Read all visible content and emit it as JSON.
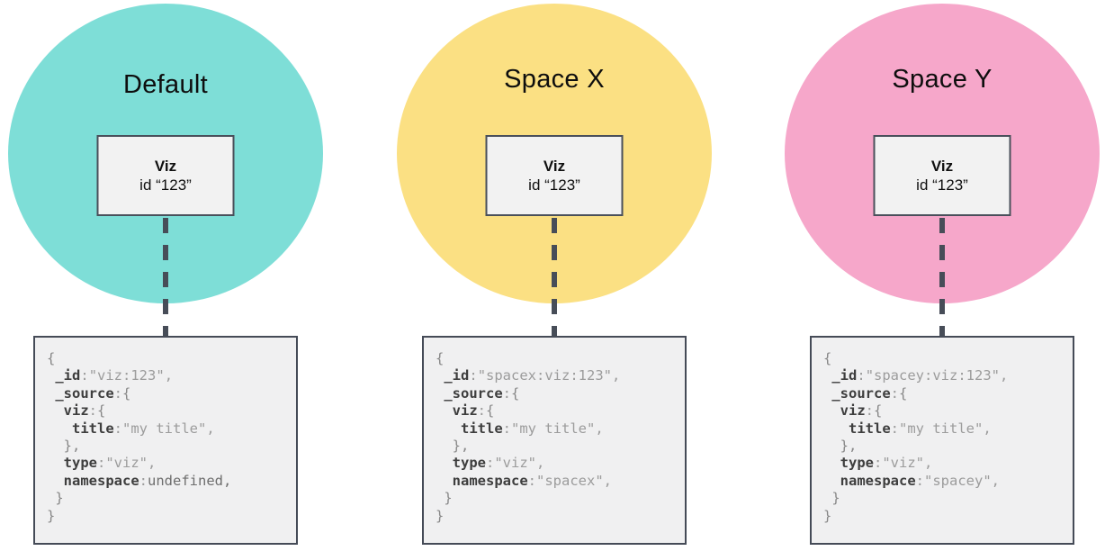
{
  "colors": {
    "default_circle": "#7EDED7",
    "spacex_circle": "#FBE083",
    "spacey_circle": "#F6A7CA",
    "viz_box_fill": "#F2F2F2",
    "viz_box_border": "#4A505B",
    "code_box_fill": "#F0F0F1",
    "code_box_border": "#454B57",
    "dash_line": "#474D58",
    "code_key": "#3E3E3E",
    "code_string": "#9C9C9C",
    "code_undefined": "#6E6E6E",
    "code_brace": "#878787"
  },
  "columns": [
    {
      "title": "Default",
      "circle_color": "#7EDED7",
      "viz": {
        "label": "Viz",
        "id": "id “123”"
      },
      "code": {
        "lines": [
          [
            {
              "t": "{",
              "c": "brace"
            }
          ],
          [
            {
              "t": " ",
              "c": "sp"
            },
            {
              "t": "_id",
              "c": "key"
            },
            {
              "t": ":",
              "c": "punc"
            },
            {
              "t": "\"viz:123\"",
              "c": "str"
            },
            {
              "t": ",",
              "c": "punc"
            }
          ],
          [
            {
              "t": " ",
              "c": "sp"
            },
            {
              "t": "_source",
              "c": "key"
            },
            {
              "t": ":",
              "c": "punc"
            },
            {
              "t": "{",
              "c": "brace"
            }
          ],
          [
            {
              "t": "  ",
              "c": "sp"
            },
            {
              "t": "viz",
              "c": "key"
            },
            {
              "t": ":",
              "c": "punc"
            },
            {
              "t": "{",
              "c": "brace"
            }
          ],
          [
            {
              "t": "   ",
              "c": "sp"
            },
            {
              "t": "title",
              "c": "key"
            },
            {
              "t": ":",
              "c": "punc"
            },
            {
              "t": "\"my title\"",
              "c": "str"
            },
            {
              "t": ",",
              "c": "punc"
            }
          ],
          [
            {
              "t": "  ",
              "c": "sp"
            },
            {
              "t": "},",
              "c": "brace"
            }
          ],
          [
            {
              "t": "  ",
              "c": "sp"
            },
            {
              "t": "type",
              "c": "key"
            },
            {
              "t": ":",
              "c": "punc"
            },
            {
              "t": "\"viz\"",
              "c": "str"
            },
            {
              "t": ",",
              "c": "punc"
            }
          ],
          [
            {
              "t": "  ",
              "c": "sp"
            },
            {
              "t": "namespace",
              "c": "key"
            },
            {
              "t": ":",
              "c": "punc"
            },
            {
              "t": "undefined,",
              "c": "und"
            }
          ],
          [
            {
              "t": " ",
              "c": "sp"
            },
            {
              "t": "}",
              "c": "brace"
            }
          ],
          [
            {
              "t": "}",
              "c": "brace"
            }
          ]
        ]
      }
    },
    {
      "title": "Space X",
      "circle_color": "#FBE083",
      "viz": {
        "label": "Viz",
        "id": "id “123”"
      },
      "code": {
        "lines": [
          [
            {
              "t": "{",
              "c": "brace"
            }
          ],
          [
            {
              "t": " ",
              "c": "sp"
            },
            {
              "t": "_id",
              "c": "key"
            },
            {
              "t": ":",
              "c": "punc"
            },
            {
              "t": "\"spacex:viz:123\"",
              "c": "str"
            },
            {
              "t": ",",
              "c": "punc"
            }
          ],
          [
            {
              "t": " ",
              "c": "sp"
            },
            {
              "t": "_source",
              "c": "key"
            },
            {
              "t": ":",
              "c": "punc"
            },
            {
              "t": "{",
              "c": "brace"
            }
          ],
          [
            {
              "t": "  ",
              "c": "sp"
            },
            {
              "t": "viz",
              "c": "key"
            },
            {
              "t": ":",
              "c": "punc"
            },
            {
              "t": "{",
              "c": "brace"
            }
          ],
          [
            {
              "t": "   ",
              "c": "sp"
            },
            {
              "t": "title",
              "c": "key"
            },
            {
              "t": ":",
              "c": "punc"
            },
            {
              "t": "\"my title\"",
              "c": "str"
            },
            {
              "t": ",",
              "c": "punc"
            }
          ],
          [
            {
              "t": "  ",
              "c": "sp"
            },
            {
              "t": "},",
              "c": "brace"
            }
          ],
          [
            {
              "t": "  ",
              "c": "sp"
            },
            {
              "t": "type",
              "c": "key"
            },
            {
              "t": ":",
              "c": "punc"
            },
            {
              "t": "\"viz\"",
              "c": "str"
            },
            {
              "t": ",",
              "c": "punc"
            }
          ],
          [
            {
              "t": "  ",
              "c": "sp"
            },
            {
              "t": "namespace",
              "c": "key"
            },
            {
              "t": ":",
              "c": "punc"
            },
            {
              "t": "\"spacex\"",
              "c": "str"
            },
            {
              "t": ",",
              "c": "punc"
            }
          ],
          [
            {
              "t": " ",
              "c": "sp"
            },
            {
              "t": "}",
              "c": "brace"
            }
          ],
          [
            {
              "t": "}",
              "c": "brace"
            }
          ]
        ]
      }
    },
    {
      "title": "Space Y",
      "circle_color": "#F6A7CA",
      "viz": {
        "label": "Viz",
        "id": "id “123”"
      },
      "code": {
        "lines": [
          [
            {
              "t": "{",
              "c": "brace"
            }
          ],
          [
            {
              "t": " ",
              "c": "sp"
            },
            {
              "t": "_id",
              "c": "key"
            },
            {
              "t": ":",
              "c": "punc"
            },
            {
              "t": "\"spacey:viz:123\"",
              "c": "str"
            },
            {
              "t": ",",
              "c": "punc"
            }
          ],
          [
            {
              "t": " ",
              "c": "sp"
            },
            {
              "t": "_source",
              "c": "key"
            },
            {
              "t": ":",
              "c": "punc"
            },
            {
              "t": "{",
              "c": "brace"
            }
          ],
          [
            {
              "t": "  ",
              "c": "sp"
            },
            {
              "t": "viz",
              "c": "key"
            },
            {
              "t": ":",
              "c": "punc"
            },
            {
              "t": "{",
              "c": "brace"
            }
          ],
          [
            {
              "t": "   ",
              "c": "sp"
            },
            {
              "t": "title",
              "c": "key"
            },
            {
              "t": ":",
              "c": "punc"
            },
            {
              "t": "\"my title\"",
              "c": "str"
            },
            {
              "t": ",",
              "c": "punc"
            }
          ],
          [
            {
              "t": "  ",
              "c": "sp"
            },
            {
              "t": "},",
              "c": "brace"
            }
          ],
          [
            {
              "t": "  ",
              "c": "sp"
            },
            {
              "t": "type",
              "c": "key"
            },
            {
              "t": ":",
              "c": "punc"
            },
            {
              "t": "\"viz\"",
              "c": "str"
            },
            {
              "t": ",",
              "c": "punc"
            }
          ],
          [
            {
              "t": "  ",
              "c": "sp"
            },
            {
              "t": "namespace",
              "c": "key"
            },
            {
              "t": ":",
              "c": "punc"
            },
            {
              "t": "\"spacey\"",
              "c": "str"
            },
            {
              "t": ",",
              "c": "punc"
            }
          ],
          [
            {
              "t": " ",
              "c": "sp"
            },
            {
              "t": "}",
              "c": "brace"
            }
          ],
          [
            {
              "t": "}",
              "c": "brace"
            }
          ]
        ]
      }
    }
  ]
}
